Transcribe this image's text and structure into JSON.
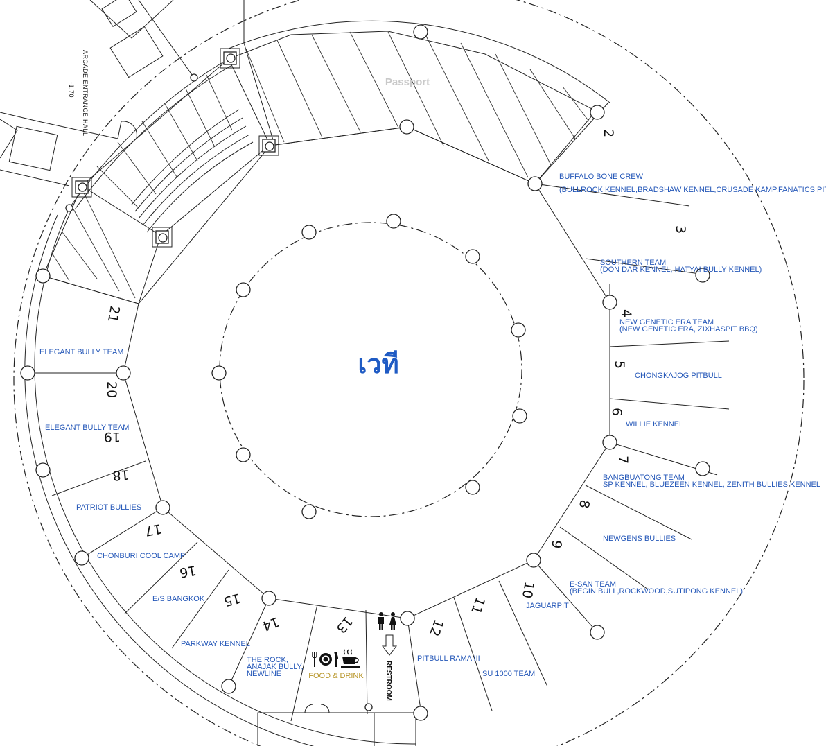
{
  "stage_label": "เวที",
  "passport_label": "Passport",
  "arcade_label": "ARCADE ENTRANCE HALL",
  "arcade_level": "-1.70",
  "food_label": "FOOD & DRINK",
  "restroom_label": "RESTROOM",
  "booth_numbers": [
    {
      "id": "2",
      "text": "2"
    },
    {
      "id": "3",
      "text": "3"
    },
    {
      "id": "4",
      "text": "4"
    },
    {
      "id": "5",
      "text": "5"
    },
    {
      "id": "6",
      "text": "6"
    },
    {
      "id": "7",
      "text": "7"
    },
    {
      "id": "8",
      "text": "8"
    },
    {
      "id": "9",
      "text": "9"
    },
    {
      "id": "10",
      "text": "10"
    },
    {
      "id": "11",
      "text": "11"
    },
    {
      "id": "12",
      "text": "12"
    },
    {
      "id": "13",
      "text": "13"
    },
    {
      "id": "14",
      "text": "14"
    },
    {
      "id": "15",
      "text": "15"
    },
    {
      "id": "16",
      "text": "16"
    },
    {
      "id": "17",
      "text": "17"
    },
    {
      "id": "18",
      "text": "18"
    },
    {
      "id": "19",
      "text": "19"
    },
    {
      "id": "20",
      "text": "20"
    },
    {
      "id": "21",
      "text": "21"
    }
  ],
  "booth_labels": [
    {
      "id": "buffalo",
      "lines": [
        "BUFFALO BONE CREW",
        "(BULLROCK KENNEL,BRADSHAW KENNEL,CRUSADE KAMP,FANATICS PIT)"
      ]
    },
    {
      "id": "southern",
      "lines": [
        "SOUTHERN TEAM",
        "(DON DAR KENNEL, HATYAI BULLY KENNEL)"
      ]
    },
    {
      "id": "newgenetic",
      "lines": [
        "NEW GENETIC ERA TEAM",
        "(NEW GENETIC ERA, ZIXHASPIT BBQ)"
      ]
    },
    {
      "id": "chongkajog",
      "lines": [
        "CHONGKAJOG PITBULL"
      ]
    },
    {
      "id": "willie",
      "lines": [
        "WILLIE KENNEL"
      ]
    },
    {
      "id": "bangbuatong",
      "lines": [
        "BANGBUATONG TEAM",
        "SP KENNEL, BLUEZEEN KENNEL, ZENITH BULLIES KENNEL"
      ]
    },
    {
      "id": "newgens",
      "lines": [
        "NEWGENS BULLIES"
      ]
    },
    {
      "id": "esan",
      "lines": [
        "E-SAN TEAM",
        "(BEGIN BULL,ROCKWOOD,SUTIPONG KENNEL)"
      ]
    },
    {
      "id": "jaguarpit",
      "lines": [
        "JAGUARPIT"
      ]
    },
    {
      "id": "su1000",
      "lines": [
        "SU 1000 TEAM"
      ]
    },
    {
      "id": "pitbullrama",
      "lines": [
        "PITBULL RAMA III"
      ]
    },
    {
      "id": "therock",
      "lines": [
        "THE ROCK,",
        "ANAJAK BULLY,",
        "NEWLINE"
      ]
    },
    {
      "id": "parkway",
      "lines": [
        "PARKWAY KENNEL"
      ]
    },
    {
      "id": "esbangkok",
      "lines": [
        "E/S BANGKOK"
      ]
    },
    {
      "id": "chonburi",
      "lines": [
        "CHONBURI COOL CAMP"
      ]
    },
    {
      "id": "patriot",
      "lines": [
        "PATRIOT BULLIES"
      ]
    },
    {
      "id": "elegant2",
      "lines": [
        "ELEGANT BULLY TEAM"
      ]
    },
    {
      "id": "elegant1",
      "lines": [
        "ELEGANT BULLY TEAM"
      ]
    }
  ],
  "colors": {
    "label_blue": "#2457b8",
    "stage_blue": "#1f5bc4",
    "food_gold": "#b8962a",
    "passport_gray": "#c9c9c9"
  },
  "icons": [
    "restroom-icon",
    "arrow-down-icon",
    "dining-icon",
    "coffee-cup-icon"
  ]
}
